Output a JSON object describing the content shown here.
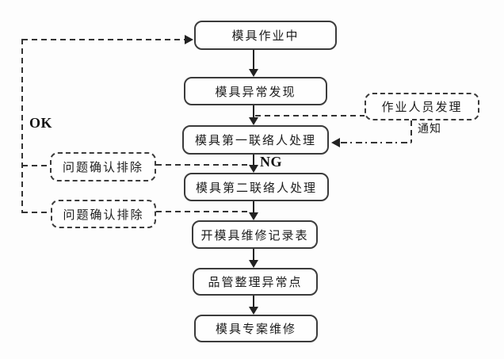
{
  "flowchart": {
    "nodes": {
      "in_operation": {
        "label": "模具作业中"
      },
      "abnormal_found": {
        "label": "模具异常发现"
      },
      "first_contact": {
        "label": "模具第一联络人处理"
      },
      "second_contact": {
        "label": "模具第二联络人处理"
      },
      "repair_record": {
        "label": "开模具维修记录表"
      },
      "qc_summary": {
        "label": "品管整理异常点"
      },
      "special_repair": {
        "label": "模具专案维修"
      },
      "operator_handle": {
        "label": "作业人员发理"
      },
      "resolve_a": {
        "label": "问题确认排除"
      },
      "resolve_b": {
        "label": "问题确认排除"
      }
    },
    "labels": {
      "ok": "OK",
      "ng": "NG",
      "notify": "通知"
    },
    "edges": [
      {
        "from": "in_operation",
        "to": "abnormal_found",
        "style": "solid-arrow"
      },
      {
        "from": "abnormal_found",
        "to": "first_contact",
        "style": "solid-arrow"
      },
      {
        "from": "first_contact",
        "to": "second_contact",
        "style": "solid-arrow",
        "label": "NG"
      },
      {
        "from": "second_contact",
        "to": "repair_record",
        "style": "solid-arrow"
      },
      {
        "from": "repair_record",
        "to": "qc_summary",
        "style": "solid-arrow"
      },
      {
        "from": "qc_summary",
        "to": "special_repair",
        "style": "solid-arrow"
      },
      {
        "from": "abnormal_found",
        "to": "operator_handle",
        "style": "dashed"
      },
      {
        "from": "operator_handle",
        "to": "first_contact",
        "style": "dash-dot-arrow",
        "label": "通知"
      },
      {
        "from": "first_contact",
        "to": "resolve_a",
        "style": "dashed"
      },
      {
        "from": "second_contact",
        "to": "resolve_b",
        "style": "dashed"
      },
      {
        "from": "resolve_a",
        "to": "in_operation",
        "style": "dashed-arrow",
        "label": "OK"
      },
      {
        "from": "resolve_b",
        "to": "in_operation",
        "style": "dashed-arrow",
        "label": "OK"
      }
    ],
    "colors": {
      "line": "#333333",
      "box_border": "#3b3b3b",
      "box_background": "#fefefe",
      "background": "#fdfdfd",
      "text": "#1c1c1c"
    }
  }
}
